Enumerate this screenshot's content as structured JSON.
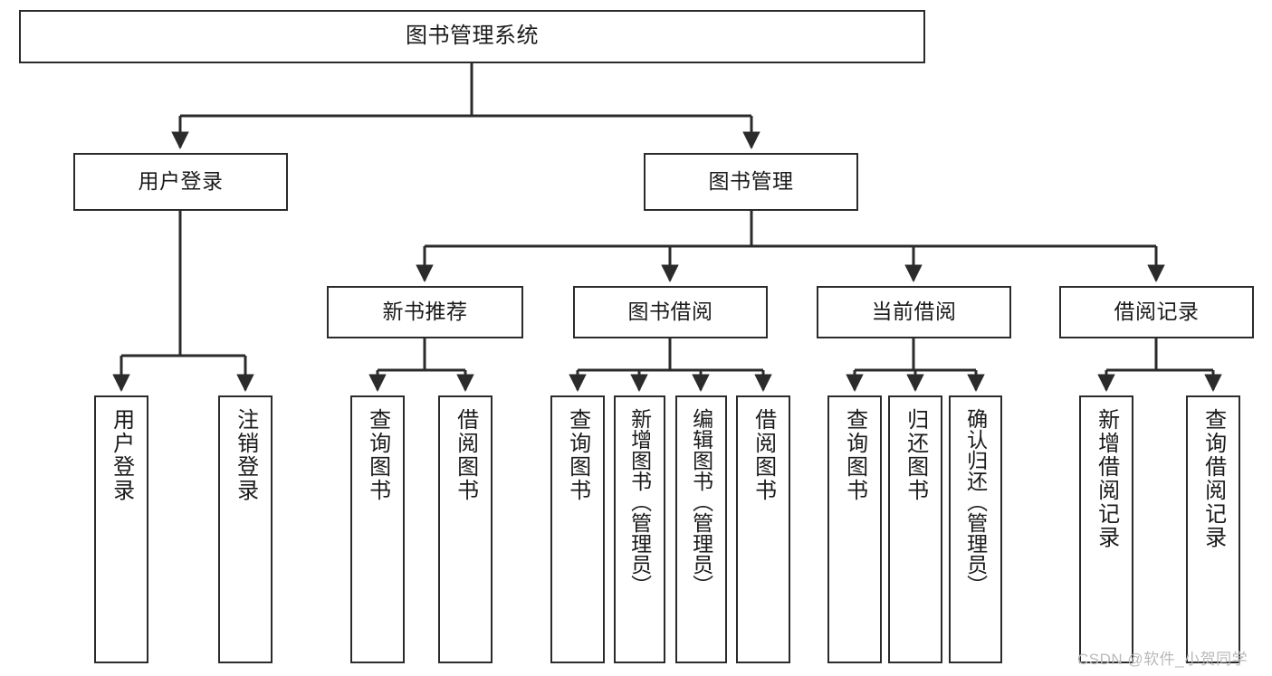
{
  "diagram": {
    "type": "tree-hierarchy-chart",
    "title": "图书管理系统",
    "colors": {
      "box_border": "#2b2b2b",
      "box_fill": "#ffffff",
      "connector": "#2b2b2b",
      "text": "#1a1a1a",
      "watermark": "#b9b9b9"
    },
    "levels": {
      "level0": [
        {
          "id": "root",
          "label": "图书管理系统"
        }
      ],
      "level1": [
        {
          "id": "user-login",
          "label": "用户登录",
          "parent": "root"
        },
        {
          "id": "book-manage",
          "label": "图书管理",
          "parent": "root"
        }
      ],
      "level2": [
        {
          "id": "new-book-rec",
          "label": "新书推荐",
          "parent": "book-manage"
        },
        {
          "id": "book-borrow",
          "label": "图书借阅",
          "parent": "book-manage"
        },
        {
          "id": "current-borrow",
          "label": "当前借阅",
          "parent": "book-manage"
        },
        {
          "id": "borrow-record",
          "label": "借阅记录",
          "parent": "book-manage"
        }
      ],
      "leaves": [
        {
          "id": "leaf-user-login",
          "label": "用户登录",
          "parent": "user-login"
        },
        {
          "id": "leaf-logout",
          "label": "注销登录",
          "parent": "user-login"
        },
        {
          "id": "leaf-query-book-1",
          "label": "查询图书",
          "parent": "new-book-rec"
        },
        {
          "id": "leaf-borrow-book-1",
          "label": "借阅图书",
          "parent": "new-book-rec"
        },
        {
          "id": "leaf-query-book-2",
          "label": "查询图书",
          "parent": "book-borrow"
        },
        {
          "id": "leaf-add-book",
          "label": "新增图书（管理员）",
          "parent": "book-borrow"
        },
        {
          "id": "leaf-edit-book",
          "label": "编辑图书（管理员）",
          "parent": "book-borrow"
        },
        {
          "id": "leaf-borrow-book-2",
          "label": "借阅图书",
          "parent": "book-borrow"
        },
        {
          "id": "leaf-query-book-3",
          "label": "查询图书",
          "parent": "current-borrow"
        },
        {
          "id": "leaf-return-book",
          "label": "归还图书",
          "parent": "current-borrow"
        },
        {
          "id": "leaf-confirm-return",
          "label": "确认归还（管理员）",
          "parent": "current-borrow"
        },
        {
          "id": "leaf-add-record",
          "label": "新增借阅记录",
          "parent": "borrow-record"
        },
        {
          "id": "leaf-query-record",
          "label": "查询借阅记录",
          "parent": "borrow-record"
        }
      ]
    },
    "watermark": "CSDN @软件_小贺同学"
  }
}
